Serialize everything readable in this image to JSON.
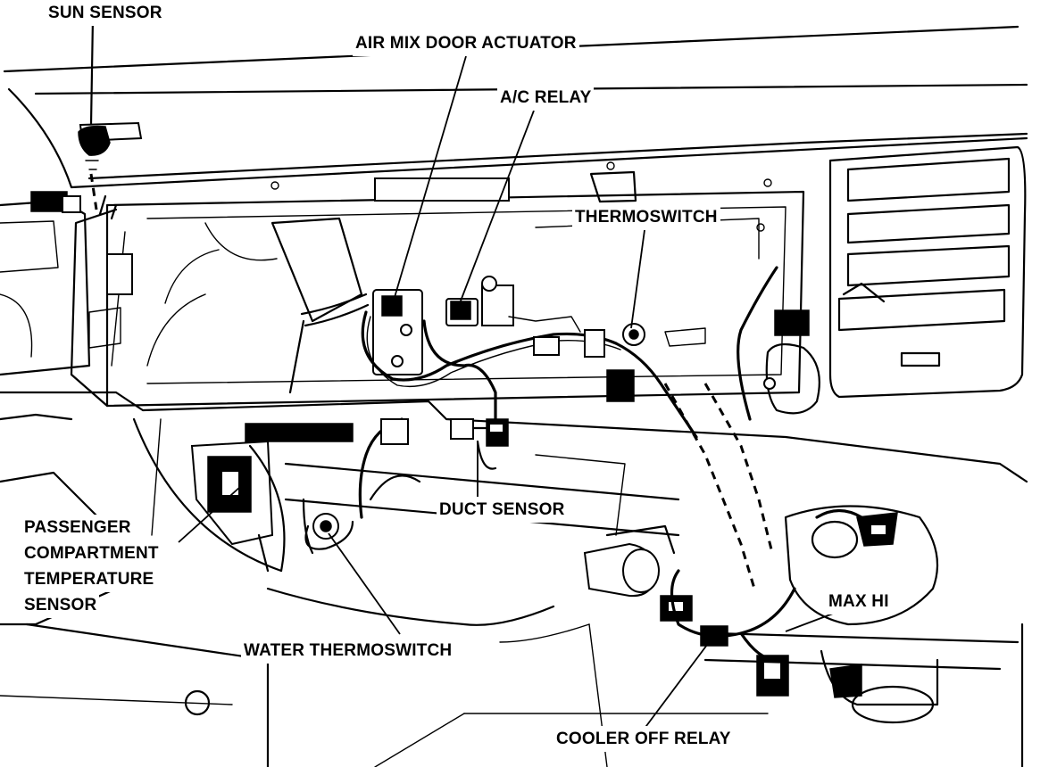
{
  "labels": {
    "sun_sensor": "SUN SENSOR",
    "air_mix_door_actuator": "AIR MIX DOOR ACTUATOR",
    "ac_relay": "A/C RELAY",
    "thermoswitch": "THERMOSWITCH",
    "passenger_line1": "PASSENGER",
    "passenger_line2": "COMPARTMENT",
    "passenger_line3": "TEMPERATURE",
    "passenger_line4": "SENSOR",
    "duct_sensor": "DUCT SENSOR",
    "max_hi": "MAX HI",
    "water_thermoswitch": "WATER THERMOSWITCH",
    "cooler_off_relay": "COOLER OFF RELAY"
  }
}
